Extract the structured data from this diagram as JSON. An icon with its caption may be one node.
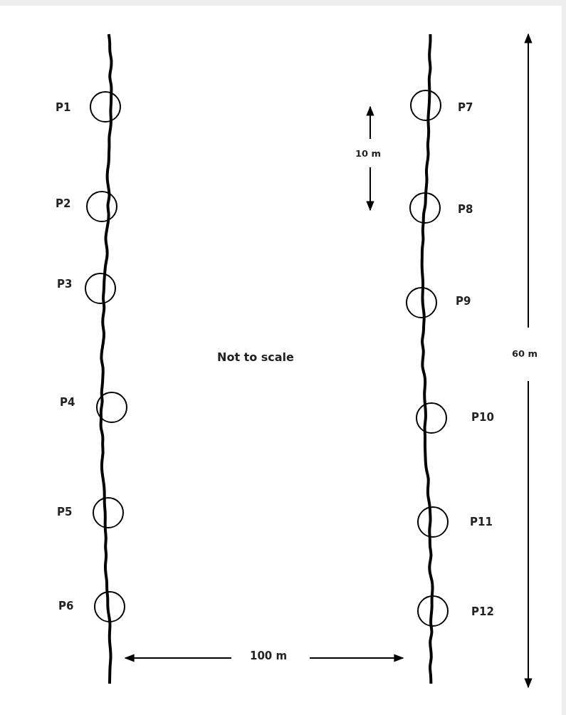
{
  "diagram": {
    "nodes": [
      {
        "text": [],
        "shape": "circle",
        "beside": [
          "P1"
        ]
      },
      {
        "text": [],
        "shape": "circle",
        "beside": [
          "P2"
        ]
      },
      {
        "text": [],
        "shape": "circle",
        "beside": [
          "P3"
        ]
      },
      {
        "text": [],
        "shape": "circle",
        "beside": [
          "P4"
        ]
      },
      {
        "text": [],
        "shape": "circle",
        "beside": [
          "P5"
        ]
      },
      {
        "text": [],
        "shape": "circle",
        "beside": [
          "P6"
        ]
      },
      {
        "text": [],
        "shape": "circle",
        "beside": [
          "P7"
        ]
      },
      {
        "text": [],
        "shape": "circle",
        "beside": [
          "P8"
        ]
      },
      {
        "text": [],
        "shape": "circle",
        "beside": [
          "P9"
        ]
      },
      {
        "text": [],
        "shape": "circle",
        "beside": [
          "P10"
        ]
      },
      {
        "text": [],
        "shape": "circle",
        "beside": [
          "P11"
        ]
      },
      {
        "text": [],
        "shape": "circle",
        "beside": [
          "P12"
        ]
      }
    ],
    "labels": [
      "10 m",
      "60 m",
      "Not to scale",
      "100 m"
    ]
  }
}
